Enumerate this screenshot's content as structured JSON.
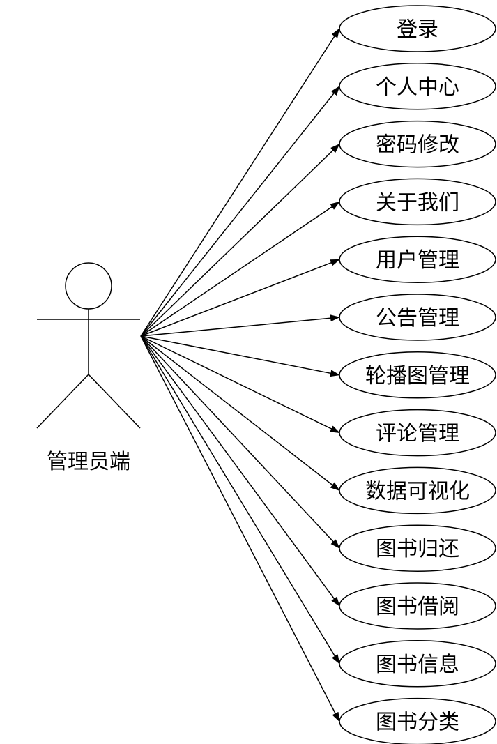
{
  "actor": {
    "label": "管理员端",
    "icon": "stick-figure-icon"
  },
  "use_cases": [
    {
      "id": "login",
      "label": "登录"
    },
    {
      "id": "personal-center",
      "label": "个人中心"
    },
    {
      "id": "password-change",
      "label": "密码修改"
    },
    {
      "id": "about-us",
      "label": "关于我们"
    },
    {
      "id": "user-management",
      "label": "用户管理"
    },
    {
      "id": "announcement-management",
      "label": "公告管理"
    },
    {
      "id": "carousel-management",
      "label": "轮播图管理"
    },
    {
      "id": "comment-management",
      "label": "评论管理"
    },
    {
      "id": "data-visualization",
      "label": "数据可视化"
    },
    {
      "id": "book-return",
      "label": "图书归还"
    },
    {
      "id": "book-borrow",
      "label": "图书借阅"
    },
    {
      "id": "book-info",
      "label": "图书信息"
    },
    {
      "id": "book-category",
      "label": "图书分类"
    }
  ],
  "colors": {
    "stroke": "#000000",
    "background": "#ffffff"
  }
}
